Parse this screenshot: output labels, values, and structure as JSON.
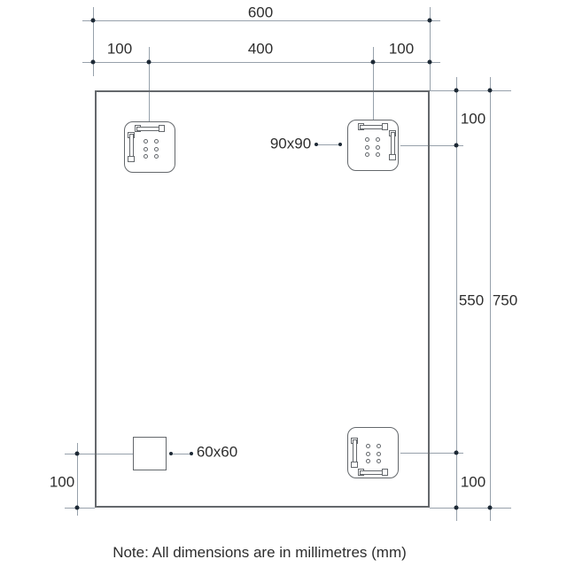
{
  "colors": {
    "dimension_line": "#97a1ab",
    "object_line": "#64686c",
    "tick_dot": "#1d2935",
    "text": "#2e2e2e",
    "background": "#ffffff"
  },
  "dims": {
    "total_width": "600",
    "top_segments": [
      "100",
      "400",
      "100"
    ],
    "right": {
      "top_offset": "100",
      "middle_span": "550",
      "total_height": "750",
      "bottom_offset": "100"
    },
    "left": {
      "bottom_offset": "100"
    }
  },
  "callouts": {
    "bracket_size": "90x90",
    "plate_size": "60x60"
  },
  "note": "Note: All dimensions are in millimetres (mm)"
}
